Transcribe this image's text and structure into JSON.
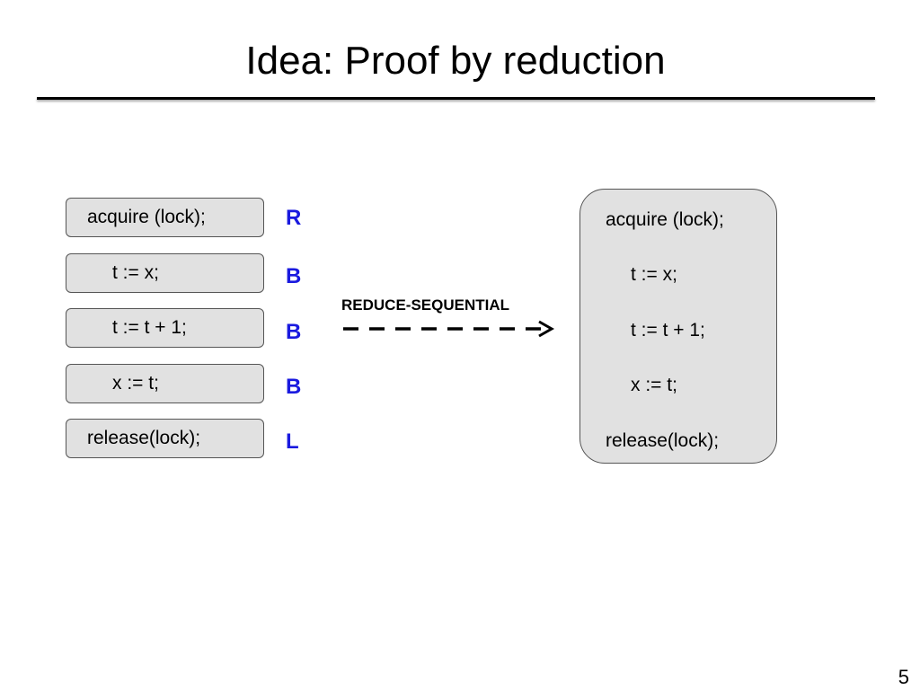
{
  "slide": {
    "title": "Idea: Proof by reduction",
    "page_number": "5"
  },
  "left_column": {
    "statements": [
      {
        "code": "acquire (lock);",
        "mover": "R"
      },
      {
        "code": "t := x;",
        "mover": "B"
      },
      {
        "code": "t := t + 1;",
        "mover": "B"
      },
      {
        "code": "x := t;",
        "mover": "B"
      },
      {
        "code": "release(lock);",
        "mover": "L"
      }
    ]
  },
  "transformation": {
    "label": "REDUCE-SEQUENTIAL"
  },
  "right_block": {
    "lines": [
      "acquire (lock);",
      "t := x;",
      "t := t + 1;",
      "x := t;",
      "release(lock);"
    ]
  },
  "colors": {
    "mover_label": "#1a1adf",
    "box_fill": "#e1e1e1",
    "box_border": "#555555"
  }
}
